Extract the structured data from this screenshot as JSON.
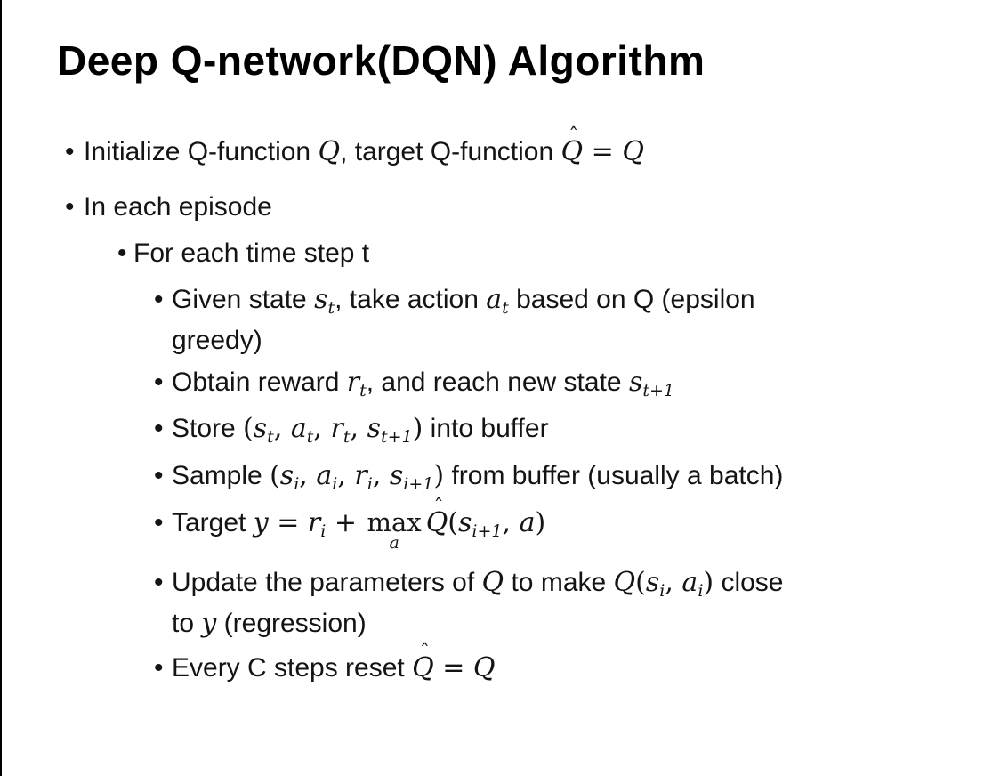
{
  "slide": {
    "title": "Deep Q-network(DQN) Algorithm",
    "bullet_glyph": "•",
    "math": {
      "hat": "ˆ"
    },
    "lines": {
      "l1": {
        "a": "Initialize Q-function ",
        "q1": "Q",
        "b": ", target Q-function ",
        "qhat": "Q",
        "eq": " = ",
        "q2": "Q"
      },
      "l2": {
        "a": "In each episode"
      },
      "l3": {
        "a": "For each time step t"
      },
      "l4a": {
        "a": "Given state ",
        "v1": "s",
        "s1": "t",
        "b": ", take action ",
        "v2": "a",
        "s2": "t",
        "c": " based on Q (epsilon"
      },
      "l4b": {
        "a": "greedy)"
      },
      "l5": {
        "a": "Obtain reward ",
        "v1": "r",
        "s1": "t",
        "b": ", and reach new state ",
        "v2": "s",
        "s2": "t+1"
      },
      "l6": {
        "a": "Store ",
        "lp": "(",
        "v1": "s",
        "s1": "t",
        "c1": ", ",
        "v2": "a",
        "s2": "t",
        "c2": ", ",
        "v3": "r",
        "s3": "t",
        "c3": ", ",
        "v4": "s",
        "s4": "t+1",
        "rp": ")",
        "b": " into buffer"
      },
      "l7": {
        "a": "Sample ",
        "lp": "(",
        "v1": "s",
        "s1": "i",
        "c1": ", ",
        "v2": "a",
        "s2": "i",
        "c2": ", ",
        "v3": "r",
        "s3": "i",
        "c3": ", ",
        "v4": "s",
        "s4": "i+1",
        "rp": ")",
        "b": " from buffer (usually a batch)"
      },
      "l8": {
        "a": "Target ",
        "y": "y",
        "eq": " = ",
        "r": "r",
        "ri": "i",
        "plus": " + ",
        "max": "max",
        "maxsub": "a",
        "qhat": "Q",
        "lp": "(",
        "s": "s",
        "si": "i+1",
        "comma": ", ",
        "av": "a",
        "rp": ")"
      },
      "l9a": {
        "a": "Update the parameters of ",
        "q1": "Q",
        "b": " to make ",
        "q2": "Q",
        "lp": "(",
        "s": "s",
        "si": "i",
        "c": ", ",
        "av": "a",
        "ai": "i",
        "rp": ")",
        "d": " close"
      },
      "l9b": {
        "a": "to ",
        "y": "y",
        "b": " (regression)"
      },
      "l10": {
        "a": "Every C steps reset ",
        "qhat": "Q",
        "eq": " = ",
        "q": "Q"
      }
    }
  }
}
